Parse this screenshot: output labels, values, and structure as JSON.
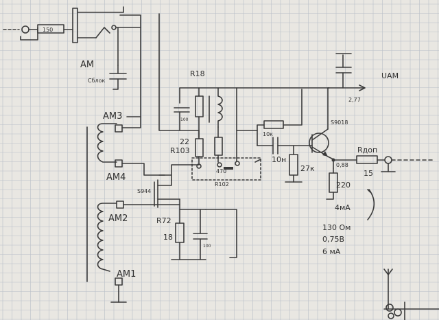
{
  "labels": {
    "am": "АМ",
    "am1": "АМ1",
    "am2": "АМ2",
    "am3": "АМ3",
    "am4": "АМ4",
    "uam": "UАМ",
    "v277": "2,77",
    "s9018": "S9018",
    "s944": "S944",
    "r18": "R18",
    "r103": "R103",
    "r102": "R102",
    "r72": "R72",
    "r_add": "Rдоп",
    "c_bloc": "Cблок",
    "c_100a": "100",
    "c_100b": "100",
    "val_22": "22",
    "val_470": "470",
    "val_10k": "10к",
    "val_10n": "10н",
    "val_27k": "27к",
    "val_0_88": "0,88",
    "val_15": "15",
    "val_220": "220",
    "val_4ma": "4мА",
    "val_18": "18",
    "val_130om": "130 Ом",
    "val_0_75v": "0,75В",
    "val_6ma": "6 мА",
    "val_150": "150"
  }
}
